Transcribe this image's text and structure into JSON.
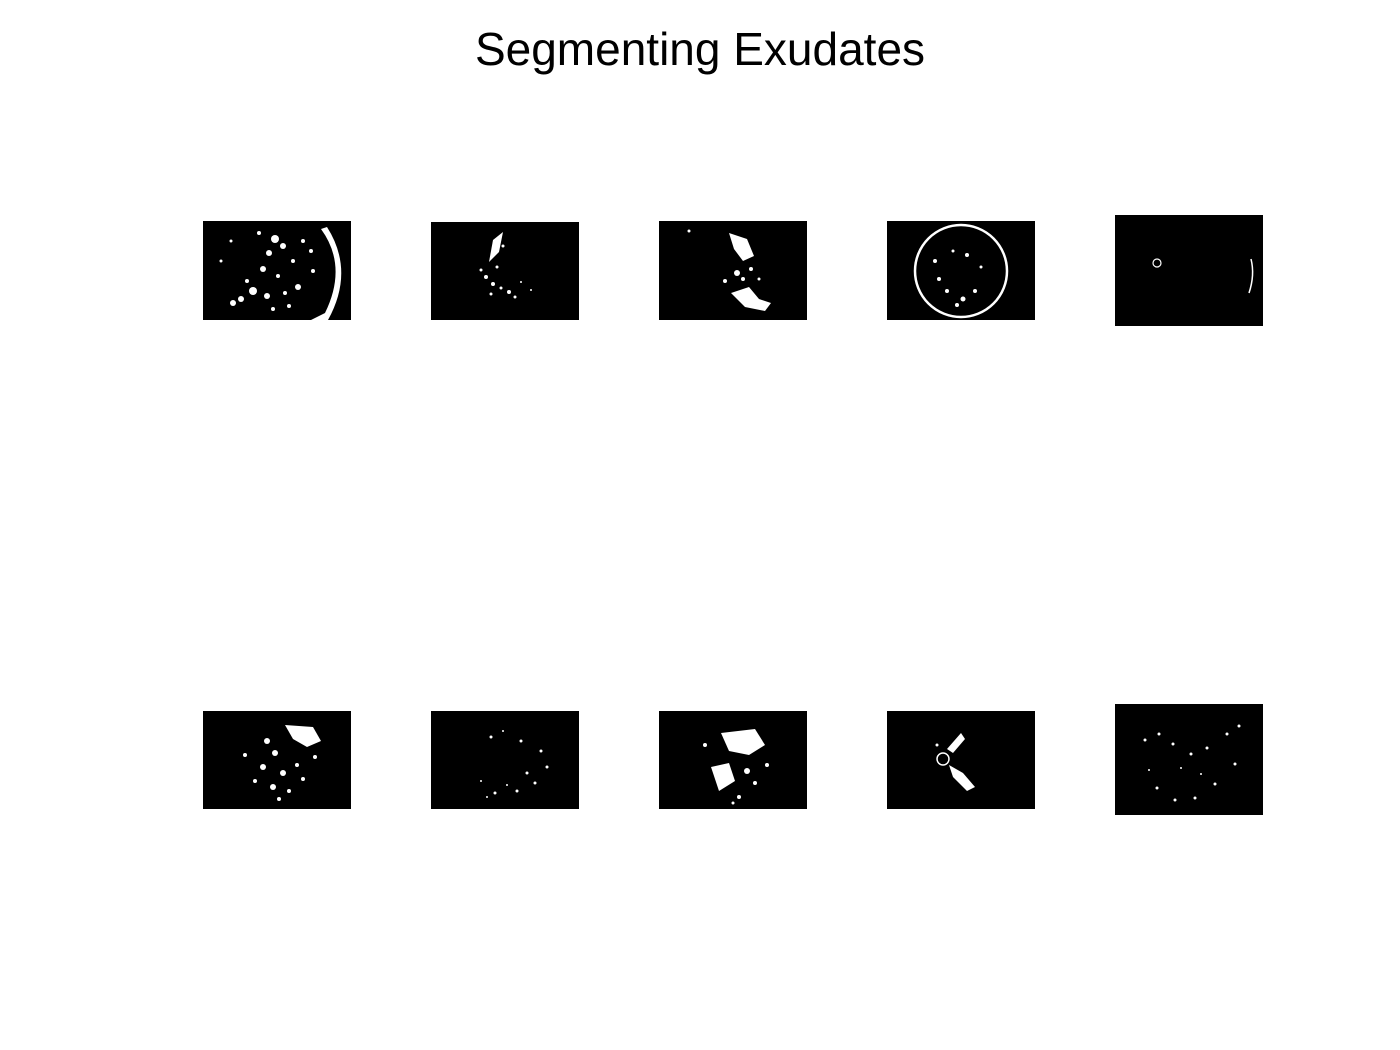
{
  "figure": {
    "title": "Segmenting Exudates"
  },
  "panels": [
    {
      "row": 1,
      "col": 1,
      "content": "binary segmentation mask",
      "background": "#000000",
      "foreground": "#ffffff"
    },
    {
      "row": 1,
      "col": 2,
      "content": "binary segmentation mask",
      "background": "#000000",
      "foreground": "#ffffff"
    },
    {
      "row": 1,
      "col": 3,
      "content": "binary segmentation mask",
      "background": "#000000",
      "foreground": "#ffffff"
    },
    {
      "row": 1,
      "col": 4,
      "content": "binary segmentation mask",
      "background": "#000000",
      "foreground": "#ffffff"
    },
    {
      "row": 1,
      "col": 5,
      "content": "binary segmentation mask",
      "background": "#000000",
      "foreground": "#ffffff"
    },
    {
      "row": 2,
      "col": 1,
      "content": "binary segmentation mask",
      "background": "#000000",
      "foreground": "#ffffff"
    },
    {
      "row": 2,
      "col": 2,
      "content": "binary segmentation mask",
      "background": "#000000",
      "foreground": "#ffffff"
    },
    {
      "row": 2,
      "col": 3,
      "content": "binary segmentation mask",
      "background": "#000000",
      "foreground": "#ffffff"
    },
    {
      "row": 2,
      "col": 4,
      "content": "binary segmentation mask",
      "background": "#000000",
      "foreground": "#ffffff"
    },
    {
      "row": 2,
      "col": 5,
      "content": "binary segmentation mask",
      "background": "#000000",
      "foreground": "#ffffff"
    }
  ]
}
